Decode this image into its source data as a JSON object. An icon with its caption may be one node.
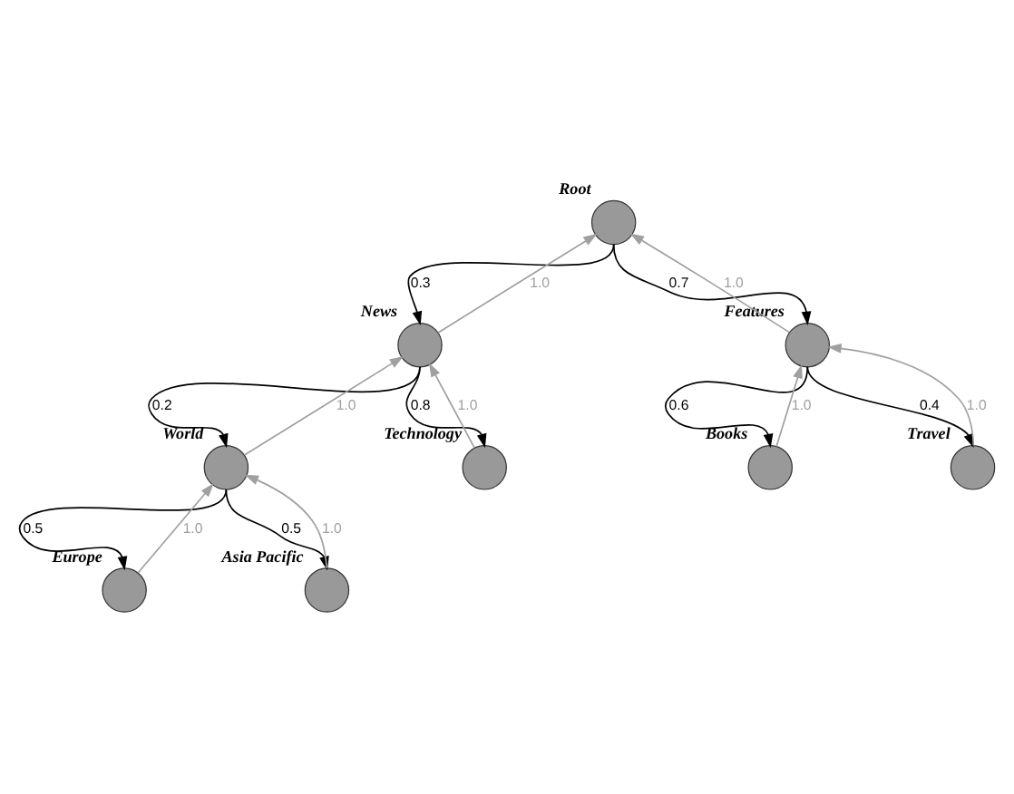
{
  "diagram": {
    "nodes": [
      {
        "text": [
          "Root"
        ]
      },
      {
        "text": [
          "News"
        ]
      },
      {
        "text": [
          "Features"
        ]
      },
      {
        "text": [
          "World"
        ]
      },
      {
        "text": [
          "Technology"
        ]
      },
      {
        "text": [
          "Books"
        ]
      },
      {
        "text": [
          "Travel"
        ]
      },
      {
        "text": [
          "Europe"
        ]
      },
      {
        "text": [
          "Asia Pacific"
        ]
      }
    ],
    "edges": [
      {
        "from": 0,
        "to": 1,
        "arrow": "to",
        "label": "0.3"
      },
      {
        "from": 1,
        "to": 0,
        "arrow": "to",
        "label": "1.0",
        "color": "#a0a0a0"
      },
      {
        "from": 0,
        "to": 2,
        "arrow": "to",
        "label": "0.7"
      },
      {
        "from": 2,
        "to": 0,
        "arrow": "to",
        "label": "1.0",
        "color": "#a0a0a0"
      },
      {
        "from": 1,
        "to": 3,
        "arrow": "to",
        "label": "0.2"
      },
      {
        "from": 3,
        "to": 1,
        "arrow": "to",
        "label": "1.0",
        "color": "#a0a0a0"
      },
      {
        "from": 1,
        "to": 4,
        "arrow": "to",
        "label": "0.8"
      },
      {
        "from": 4,
        "to": 1,
        "arrow": "to",
        "label": "1.0",
        "color": "#a0a0a0"
      },
      {
        "from": 2,
        "to": 5,
        "arrow": "to",
        "label": "0.6"
      },
      {
        "from": 5,
        "to": 2,
        "arrow": "to",
        "label": "1.0",
        "color": "#a0a0a0"
      },
      {
        "from": 2,
        "to": 6,
        "arrow": "to",
        "label": "0.4"
      },
      {
        "from": 6,
        "to": 2,
        "arrow": "to",
        "label": "1.0",
        "color": "#a0a0a0"
      },
      {
        "from": 3,
        "to": 7,
        "arrow": "to",
        "label": "0.5"
      },
      {
        "from": 7,
        "to": 3,
        "arrow": "to",
        "label": "1.0",
        "color": "#a0a0a0"
      },
      {
        "from": 3,
        "to": 8,
        "arrow": "to",
        "label": "0.5"
      },
      {
        "from": 8,
        "to": 3,
        "arrow": "to",
        "label": "1.0",
        "color": "#a0a0a0"
      }
    ]
  }
}
